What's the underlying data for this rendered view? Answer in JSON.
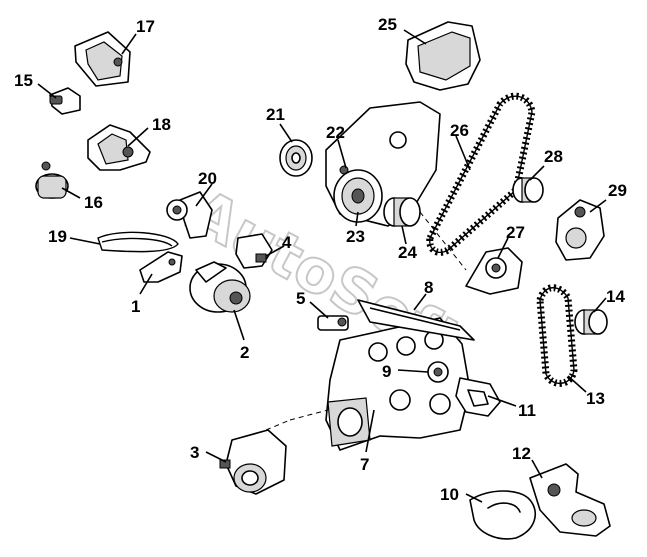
{
  "watermark": "AutoSoft",
  "callouts": [
    {
      "id": 1,
      "label": "1"
    },
    {
      "id": 2,
      "label": "2"
    },
    {
      "id": 3,
      "label": "3"
    },
    {
      "id": 4,
      "label": "4"
    },
    {
      "id": 5,
      "label": "5"
    },
    {
      "id": 7,
      "label": "7"
    },
    {
      "id": 8,
      "label": "8"
    },
    {
      "id": 9,
      "label": "9"
    },
    {
      "id": 10,
      "label": "10"
    },
    {
      "id": 11,
      "label": "11"
    },
    {
      "id": 12,
      "label": "12"
    },
    {
      "id": 13,
      "label": "13"
    },
    {
      "id": 14,
      "label": "14"
    },
    {
      "id": 15,
      "label": "15"
    },
    {
      "id": 16,
      "label": "16"
    },
    {
      "id": 17,
      "label": "17"
    },
    {
      "id": 18,
      "label": "18"
    },
    {
      "id": 19,
      "label": "19"
    },
    {
      "id": 20,
      "label": "20"
    },
    {
      "id": 21,
      "label": "21"
    },
    {
      "id": 22,
      "label": "22"
    },
    {
      "id": 23,
      "label": "23"
    },
    {
      "id": 24,
      "label": "24"
    },
    {
      "id": 25,
      "label": "25"
    },
    {
      "id": 26,
      "label": "26"
    },
    {
      "id": 27,
      "label": "27"
    },
    {
      "id": 28,
      "label": "28"
    },
    {
      "id": 29,
      "label": "29"
    }
  ]
}
